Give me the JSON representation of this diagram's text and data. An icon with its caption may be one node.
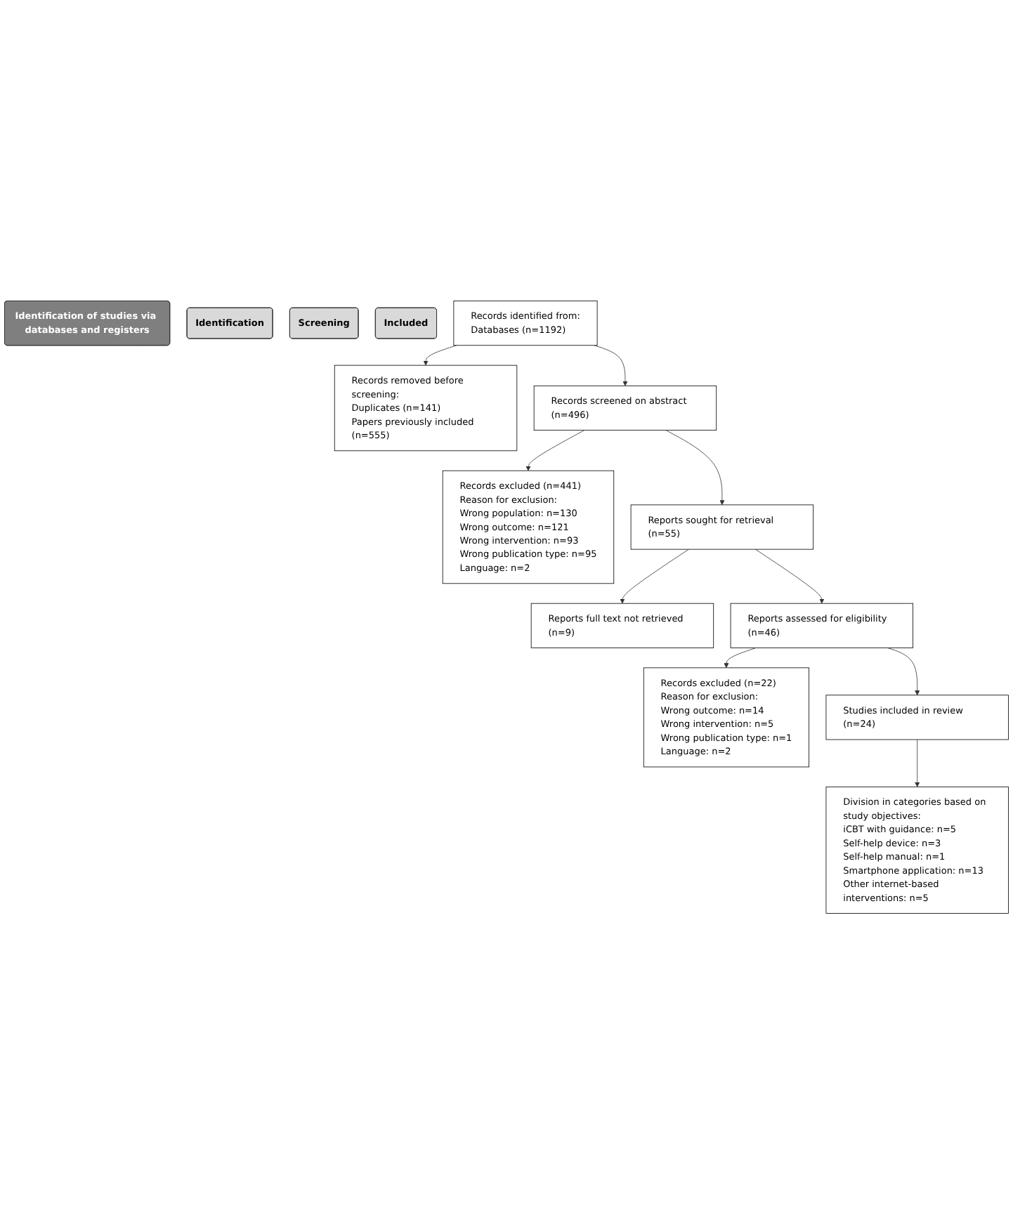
{
  "diagram": {
    "nodes": [
      {
        "text": [
          "Identification of studies via databases and registers"
        ]
      },
      {
        "text": [
          "Identification"
        ]
      },
      {
        "text": [
          "Screening"
        ]
      },
      {
        "text": [
          "Included"
        ]
      },
      {
        "text": [
          "Records identified from:",
          "Databases (n=1192)"
        ]
      },
      {
        "text": [
          "Records removed before screening:",
          "Duplicates (n=141)",
          "Papers previously included (n=555)"
        ]
      },
      {
        "text": [
          "Records screened on abstract (n=496)"
        ]
      },
      {
        "text": [
          "Records excluded (n=441)",
          "Reason for exclusion:",
          "Wrong population: n=130",
          "Wrong outcome: n=121",
          "Wrong intervention: n=93",
          "Wrong publication type: n=95",
          "Language: n=2"
        ]
      },
      {
        "text": [
          "Reports sought for retrieval (n=55)"
        ]
      },
      {
        "text": [
          "Reports full text not retrieved (n=9)"
        ]
      },
      {
        "text": [
          "Reports assessed for eligibility (n=46)"
        ]
      },
      {
        "text": [
          "Records excluded (n=22)",
          "Reason for exclusion:",
          "Wrong outcome: n=14",
          "Wrong intervention: n=5",
          "Wrong publication type: n=1",
          "Language: n=2"
        ]
      },
      {
        "text": [
          "Studies included in review (n=24)"
        ]
      },
      {
        "text": [
          "Division in categories based on study objectives:",
          "iCBT with guidance: n=5",
          "Self-help device: n=3",
          "Self-help manual: n=1",
          "Smartphone application: n=13",
          "Other internet-based interventions: n=5"
        ]
      }
    ],
    "edges": [
      {
        "from": 4,
        "to": 5,
        "arrow": "to"
      },
      {
        "from": 4,
        "to": 6,
        "arrow": "to"
      },
      {
        "from": 6,
        "to": 7,
        "arrow": "to"
      },
      {
        "from": 6,
        "to": 8,
        "arrow": "to"
      },
      {
        "from": 8,
        "to": 9,
        "arrow": "to"
      },
      {
        "from": 8,
        "to": 10,
        "arrow": "to"
      },
      {
        "from": 10,
        "to": 11,
        "arrow": "to"
      },
      {
        "from": 10,
        "to": 12,
        "arrow": "to"
      },
      {
        "from": 12,
        "to": 13,
        "arrow": "to"
      }
    ]
  }
}
